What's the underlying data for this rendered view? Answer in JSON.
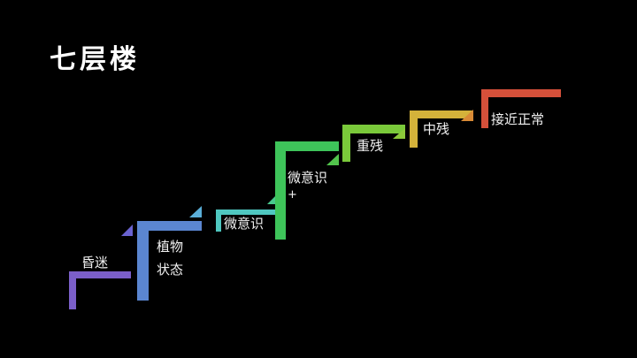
{
  "title": "七层楼",
  "colors": {
    "background": "#000000",
    "step1": "#7b5fc9",
    "step2": "#5b86d1",
    "step3": "#4fc7c0",
    "step4": "#3ec45a",
    "step5": "#7ac93a",
    "step6": "#d4b23a",
    "step7": "#d5503a"
  },
  "steps": [
    {
      "level": 1,
      "label": "昏迷"
    },
    {
      "level": 2,
      "label_line1": "植物",
      "label_line2": "状态"
    },
    {
      "level": 3,
      "label": "微意识"
    },
    {
      "level": 4,
      "label_line1": "微意识",
      "label_line2": "+"
    },
    {
      "level": 5,
      "label": "重残"
    },
    {
      "level": 6,
      "label": "中残"
    },
    {
      "level": 7,
      "label": "接近正常"
    }
  ]
}
